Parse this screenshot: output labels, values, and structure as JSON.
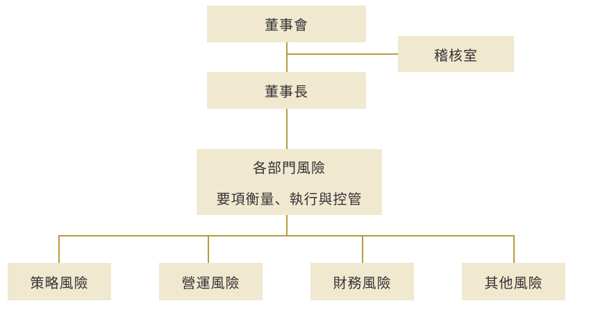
{
  "org_chart": {
    "board": "董事會",
    "audit_office": "稽核室",
    "chairman": "董事長",
    "departments": {
      "line1": "各部門風險",
      "line2": "要項衡量、執行與控管"
    },
    "risks": [
      {
        "label": "策略風險"
      },
      {
        "label": "營運風險"
      },
      {
        "label": "財務風險"
      },
      {
        "label": "其他風險"
      }
    ]
  },
  "colors": {
    "box_fill": "#f1e8d0",
    "connector": "#b89a3c",
    "text": "#333333"
  }
}
